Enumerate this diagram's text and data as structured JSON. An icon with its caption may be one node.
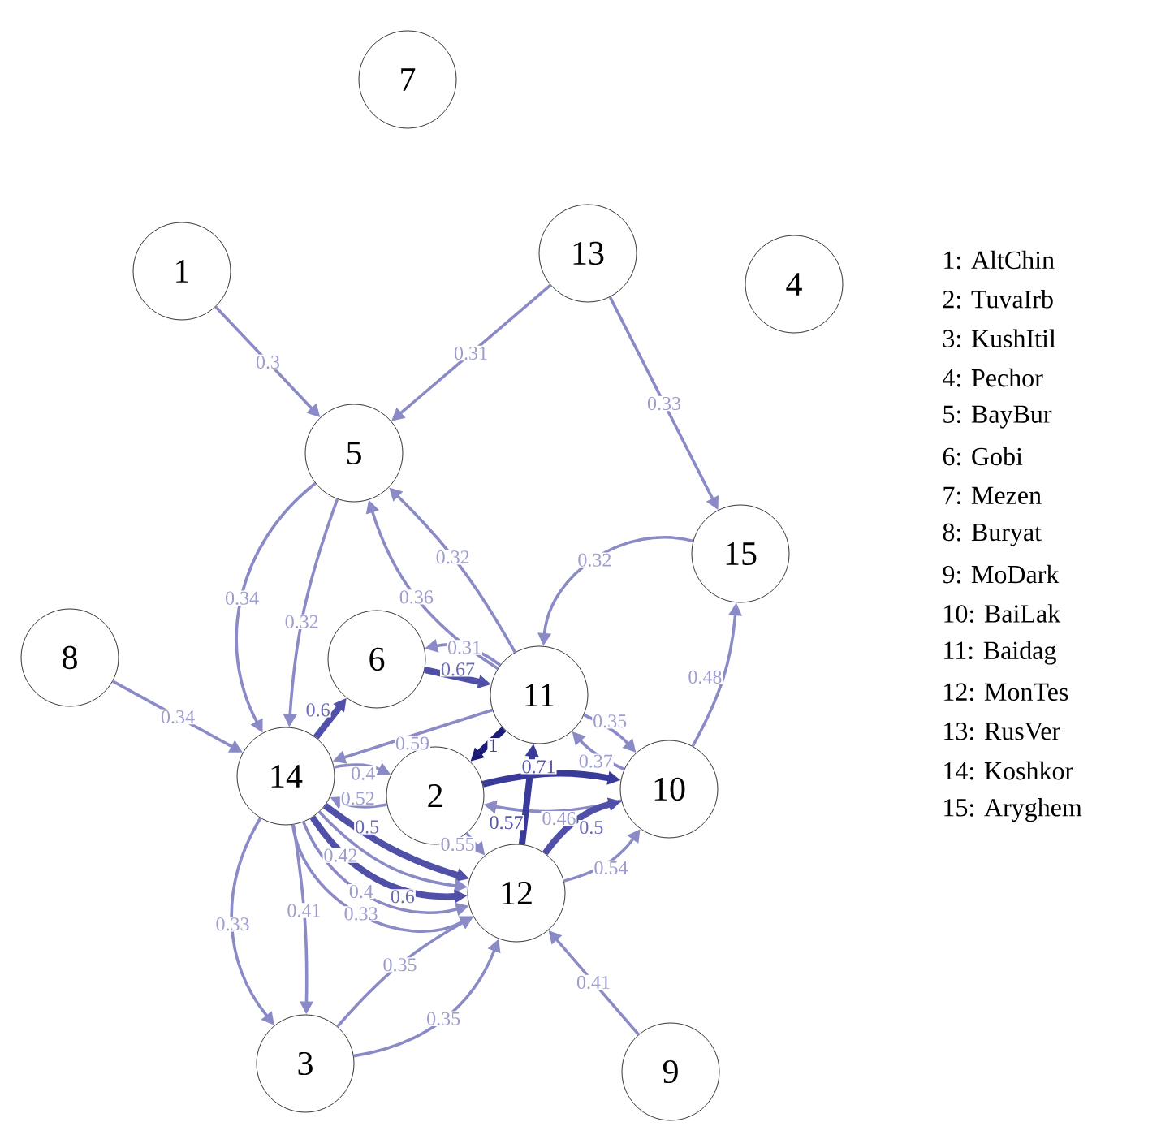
{
  "diagram": {
    "nodes": [
      {
        "text": [
          "1"
        ]
      },
      {
        "text": [
          "2"
        ]
      },
      {
        "text": [
          "3"
        ]
      },
      {
        "text": [
          "4"
        ]
      },
      {
        "text": [
          "5"
        ]
      },
      {
        "text": [
          "6"
        ]
      },
      {
        "text": [
          "7"
        ]
      },
      {
        "text": [
          "8"
        ]
      },
      {
        "text": [
          "9"
        ]
      },
      {
        "text": [
          "10"
        ]
      },
      {
        "text": [
          "11"
        ]
      },
      {
        "text": [
          "12"
        ]
      },
      {
        "text": [
          "13"
        ]
      },
      {
        "text": [
          "14"
        ]
      },
      {
        "text": [
          "15"
        ]
      }
    ],
    "edges": [
      {
        "from": 0,
        "to": 4,
        "arrow": "to",
        "label": "0.3"
      },
      {
        "from": 12,
        "to": 4,
        "arrow": "to",
        "label": "0.31"
      },
      {
        "from": 12,
        "to": 14,
        "arrow": "to",
        "label": "0.33"
      },
      {
        "from": 4,
        "to": 13,
        "arrow": "to",
        "label": "0.34"
      },
      {
        "from": 4,
        "to": 13,
        "arrow": "to",
        "label": "0.32"
      },
      {
        "from": 7,
        "to": 13,
        "arrow": "to",
        "label": "0.34"
      },
      {
        "from": 10,
        "to": 4,
        "arrow": "to",
        "label": "0.32"
      },
      {
        "from": 10,
        "to": 4,
        "arrow": "to",
        "label": "0.36"
      },
      {
        "from": 14,
        "to": 10,
        "arrow": "to",
        "label": "0.32"
      },
      {
        "from": 9,
        "to": 10,
        "arrow": "to",
        "label": "0.37"
      },
      {
        "from": 10,
        "to": 9,
        "arrow": "to",
        "label": "0.35"
      },
      {
        "from": 9,
        "to": 14,
        "arrow": "to",
        "label": "0.48"
      },
      {
        "from": 10,
        "to": 5,
        "arrow": "to",
        "label": "0.31"
      },
      {
        "from": 13,
        "to": 5,
        "arrow": "to",
        "label": "0.6",
        "style": "thick",
        "color": "#5050a8"
      },
      {
        "from": 5,
        "to": 10,
        "arrow": "to",
        "label": "0.67",
        "style": "thick",
        "color": "#5050a8"
      },
      {
        "from": 10,
        "to": 13,
        "arrow": "to",
        "label": "0.59"
      },
      {
        "from": 1,
        "to": 13,
        "arrow": "to",
        "label": "0.52"
      },
      {
        "from": 13,
        "to": 1,
        "arrow": "to",
        "label": "0.4"
      },
      {
        "from": 10,
        "to": 1,
        "arrow": "to",
        "label": "1",
        "style": "thick",
        "color": "#1c1c78"
      },
      {
        "from": 9,
        "to": 1,
        "arrow": "to",
        "label": "0.46"
      },
      {
        "from": 11,
        "to": 10,
        "arrow": "to",
        "label": "0.57",
        "style": "thick",
        "color": "#3a3a98"
      },
      {
        "from": 1,
        "to": 9,
        "arrow": "to",
        "label": "0.71",
        "style": "thick",
        "color": "#3a3a98"
      },
      {
        "from": 1,
        "to": 11,
        "arrow": "to",
        "label": "0.55"
      },
      {
        "from": 13,
        "to": 11,
        "arrow": "to",
        "label": "0.5",
        "style": "thick",
        "color": "#5050a8"
      },
      {
        "from": 13,
        "to": 11,
        "arrow": "to",
        "label": "0.42"
      },
      {
        "from": 13,
        "to": 11,
        "arrow": "to",
        "label": "0.6",
        "style": "thick",
        "color": "#5050a8"
      },
      {
        "from": 13,
        "to": 2,
        "arrow": "to",
        "label": "0.33"
      },
      {
        "from": 13,
        "to": 2,
        "arrow": "to",
        "label": "0.41"
      },
      {
        "from": 13,
        "to": 11,
        "arrow": "to",
        "label": "0.4"
      },
      {
        "from": 13,
        "to": 11,
        "arrow": "to",
        "label": "0.33"
      },
      {
        "from": 2,
        "to": 11,
        "arrow": "to",
        "label": "0.35"
      },
      {
        "from": 2,
        "to": 11,
        "arrow": "to",
        "label": "0.35"
      },
      {
        "from": 11,
        "to": 9,
        "arrow": "to",
        "label": "0.5",
        "style": "thick",
        "color": "#5050a8"
      },
      {
        "from": 11,
        "to": 9,
        "arrow": "to",
        "label": "0.54"
      },
      {
        "from": 8,
        "to": 11,
        "arrow": "to",
        "label": "0.41"
      }
    ],
    "labels": [
      "1: AltChin",
      "2: TuvaIrb",
      "3: KushItil",
      "4: Pechor",
      "5: BayBur",
      "6: Gobi",
      "7: Mezen",
      "8: Buryat",
      "9: MoDark",
      "10: BaiLak",
      "11: Baidag",
      "12: MonTes",
      "13: RusVer",
      "14: Koshkor",
      "15: Aryghem"
    ]
  }
}
